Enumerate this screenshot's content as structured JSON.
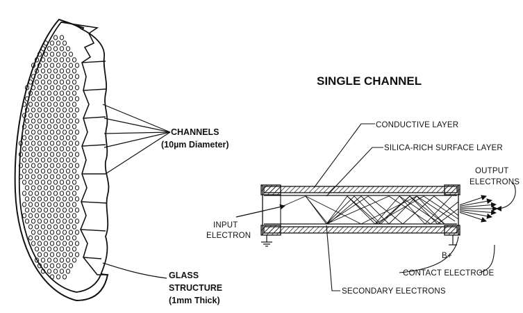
{
  "title": "SINGLE CHANNEL",
  "plate_labels": {
    "channels": "CHANNELS",
    "channels_diameter": "(10µm Diameter)",
    "glass": "GLASS",
    "structure": "STRUCTURE",
    "thickness": "(1mm Thick)"
  },
  "channel_labels": {
    "conductive_layer": "CONDUCTIVE LAYER",
    "silica_layer": "SILICA-RICH SURFACE LAYER",
    "output_electrons_1": "OUTPUT",
    "output_electrons_2": "ELECTRONS",
    "input_electron_1": "INPUT",
    "input_electron_2": "ELECTRON",
    "b_plus": "B+",
    "contact_electrode": "CONTACT ELECTRODE",
    "secondary_electrons": "SECONDARY ELECTRONS"
  },
  "colors": {
    "ink": "#111111",
    "paper": "#ffffff"
  }
}
